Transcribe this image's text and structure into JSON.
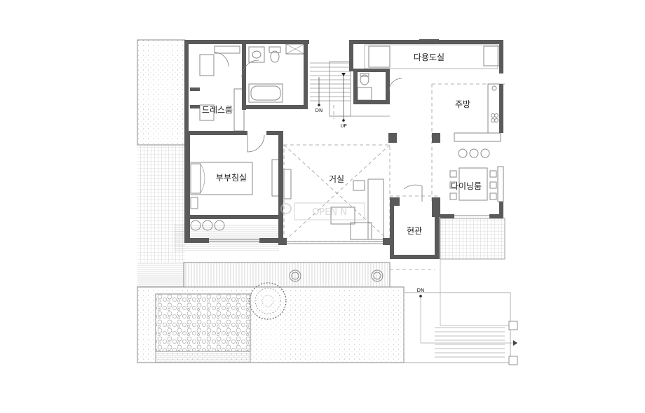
{
  "rooms": {
    "dressing": "드레스룸",
    "master_bedroom": "부부침실",
    "living": "거실",
    "multipurpose_library": "다용도실",
    "kitchen": "주방",
    "dining": "다이닝룸",
    "entrance": "현관"
  },
  "stair_marks": {
    "dn_upper": "DN",
    "up_upper": "UP",
    "dn_lower": "DN"
  },
  "watermark": "OPEN N"
}
